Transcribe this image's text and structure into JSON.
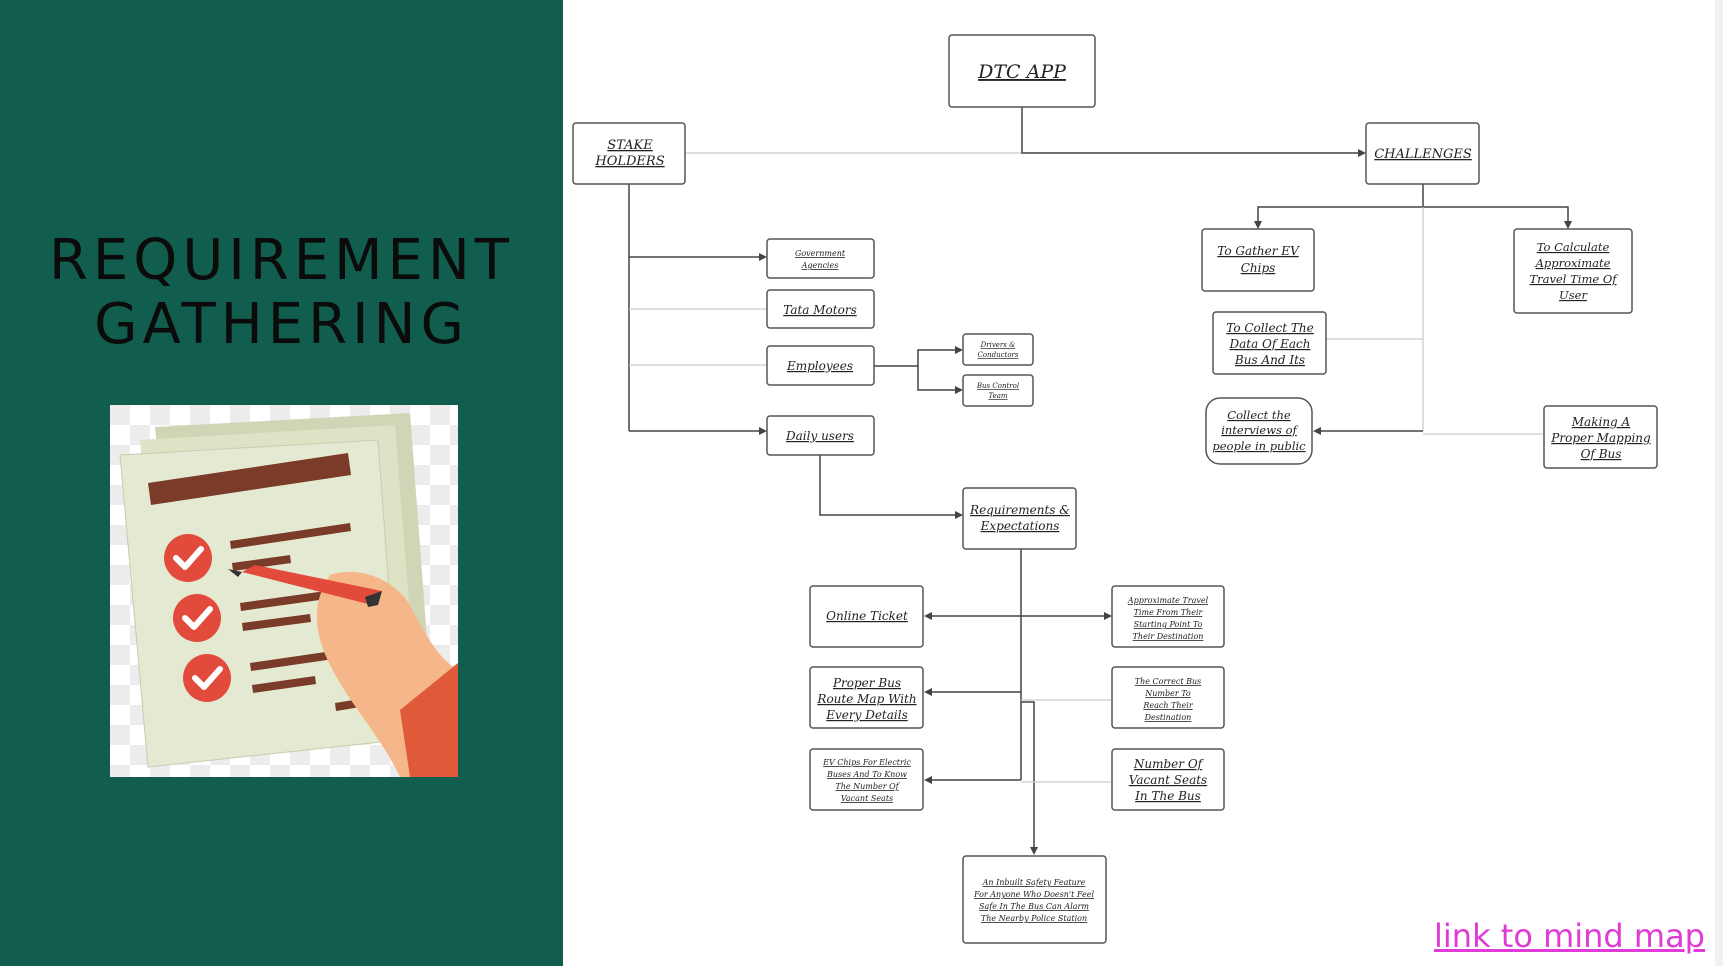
{
  "slide": {
    "title_line1": "REQUIREMENT",
    "title_line2": "GATHERING",
    "link_text": "link to mind map",
    "colors": {
      "panel": "#115e4f",
      "link": "#e03bd6"
    },
    "illustration_icon": "checklist-clipboard-icon"
  },
  "mindmap": {
    "root": "DTC APP",
    "stakeholders": {
      "label": "STAKE HOLDERS",
      "lines": [
        "STAKE",
        "HOLDERS"
      ],
      "items": [
        {
          "lines": [
            "Government",
            "Agencies"
          ]
        },
        {
          "lines": [
            "Tata Motors"
          ]
        },
        {
          "lines": [
            "Employees"
          ]
        },
        {
          "lines": [
            "Daily users"
          ]
        }
      ],
      "employees_children": [
        {
          "lines": [
            "Drivers &",
            "Conductors"
          ]
        },
        {
          "lines": [
            "Bus Control",
            "Team"
          ]
        }
      ]
    },
    "challenges": {
      "label": "CHALLENGES",
      "items": [
        {
          "lines": [
            "To Gather EV",
            "Chips"
          ]
        },
        {
          "lines": [
            "To Calculate",
            "Approximate",
            "Travel Time Of",
            "User"
          ]
        },
        {
          "lines": [
            "To Collect The",
            "Data Of Each",
            "Bus And Its"
          ]
        },
        {
          "lines": [
            "Collect the",
            "interviews of",
            "people in public"
          ]
        },
        {
          "lines": [
            "Making A",
            "Proper Mapping",
            "Of Bus"
          ]
        }
      ]
    },
    "requirements": {
      "lines": [
        "Requirements &",
        "Expectations"
      ],
      "items": [
        {
          "lines": [
            "Online Ticket"
          ]
        },
        {
          "lines": [
            "Approximate Travel",
            "Time From Their",
            "Starting Point To",
            "Their Destination"
          ]
        },
        {
          "lines": [
            "Proper Bus",
            "Route Map With",
            "Every Details"
          ]
        },
        {
          "lines": [
            "The Correct Bus",
            "Number To",
            "Reach Their",
            "Destination"
          ]
        },
        {
          "lines": [
            "EV Chips For Electric",
            "Buses And To Know",
            "The Number Of",
            "Vacant Seats"
          ]
        },
        {
          "lines": [
            "Number Of",
            "Vacant Seats",
            "In The Bus"
          ]
        },
        {
          "lines": [
            "An Inbuilt Safety Feature",
            "For Anyone Who Doesn't Feel",
            "Safe In The Bus Can Alarm",
            "The Nearby Police Station"
          ]
        }
      ]
    }
  }
}
